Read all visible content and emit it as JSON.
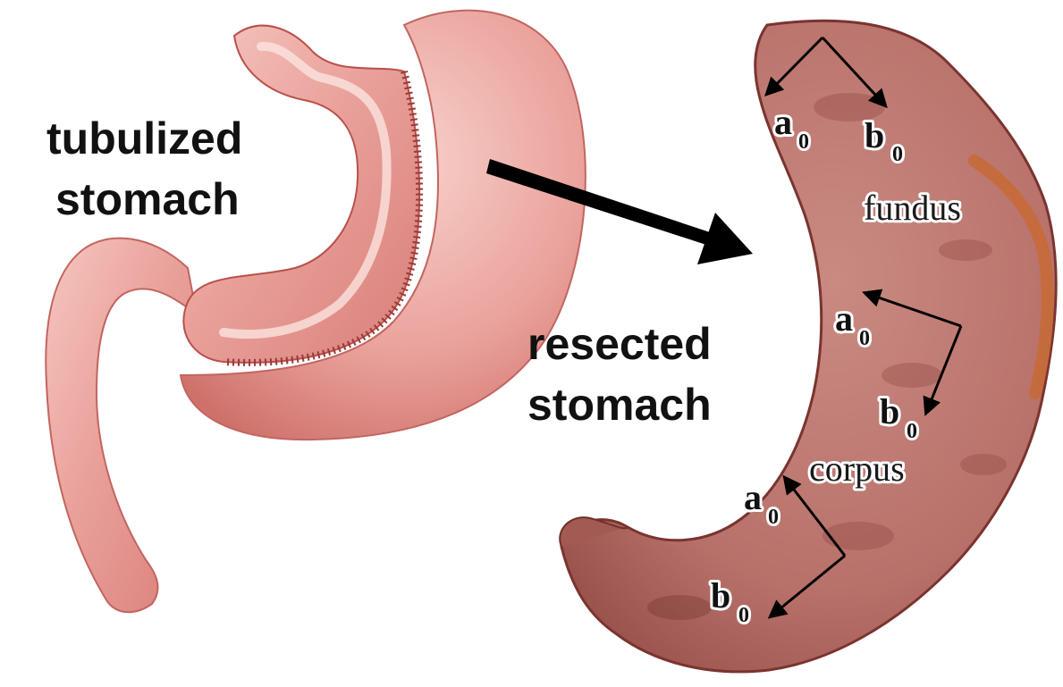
{
  "labels": {
    "tubulized_line1": "tubulized",
    "tubulized_line2": "stomach",
    "resected_line1": "resected",
    "resected_line2": "stomach",
    "fundus": "fundus",
    "corpus": "corpus"
  },
  "axes": {
    "a_letter": "a",
    "b_letter": "b",
    "subscript": "0"
  },
  "colors": {
    "tubulized_tissue": "#eaa19b",
    "tubulized_highlight": "#fbe4df",
    "tubulized_edge": "#b8504c",
    "suture": "#9a3a37",
    "specimen_tissue": "#b8716a",
    "specimen_dark": "#8e4540",
    "specimen_edge_orange": "#c8682e",
    "arrow": "#000000"
  },
  "icons": {
    "big_arrow": "right-arrow-icon",
    "axis_arrows": "double-headed-axis-arrow-icon"
  }
}
